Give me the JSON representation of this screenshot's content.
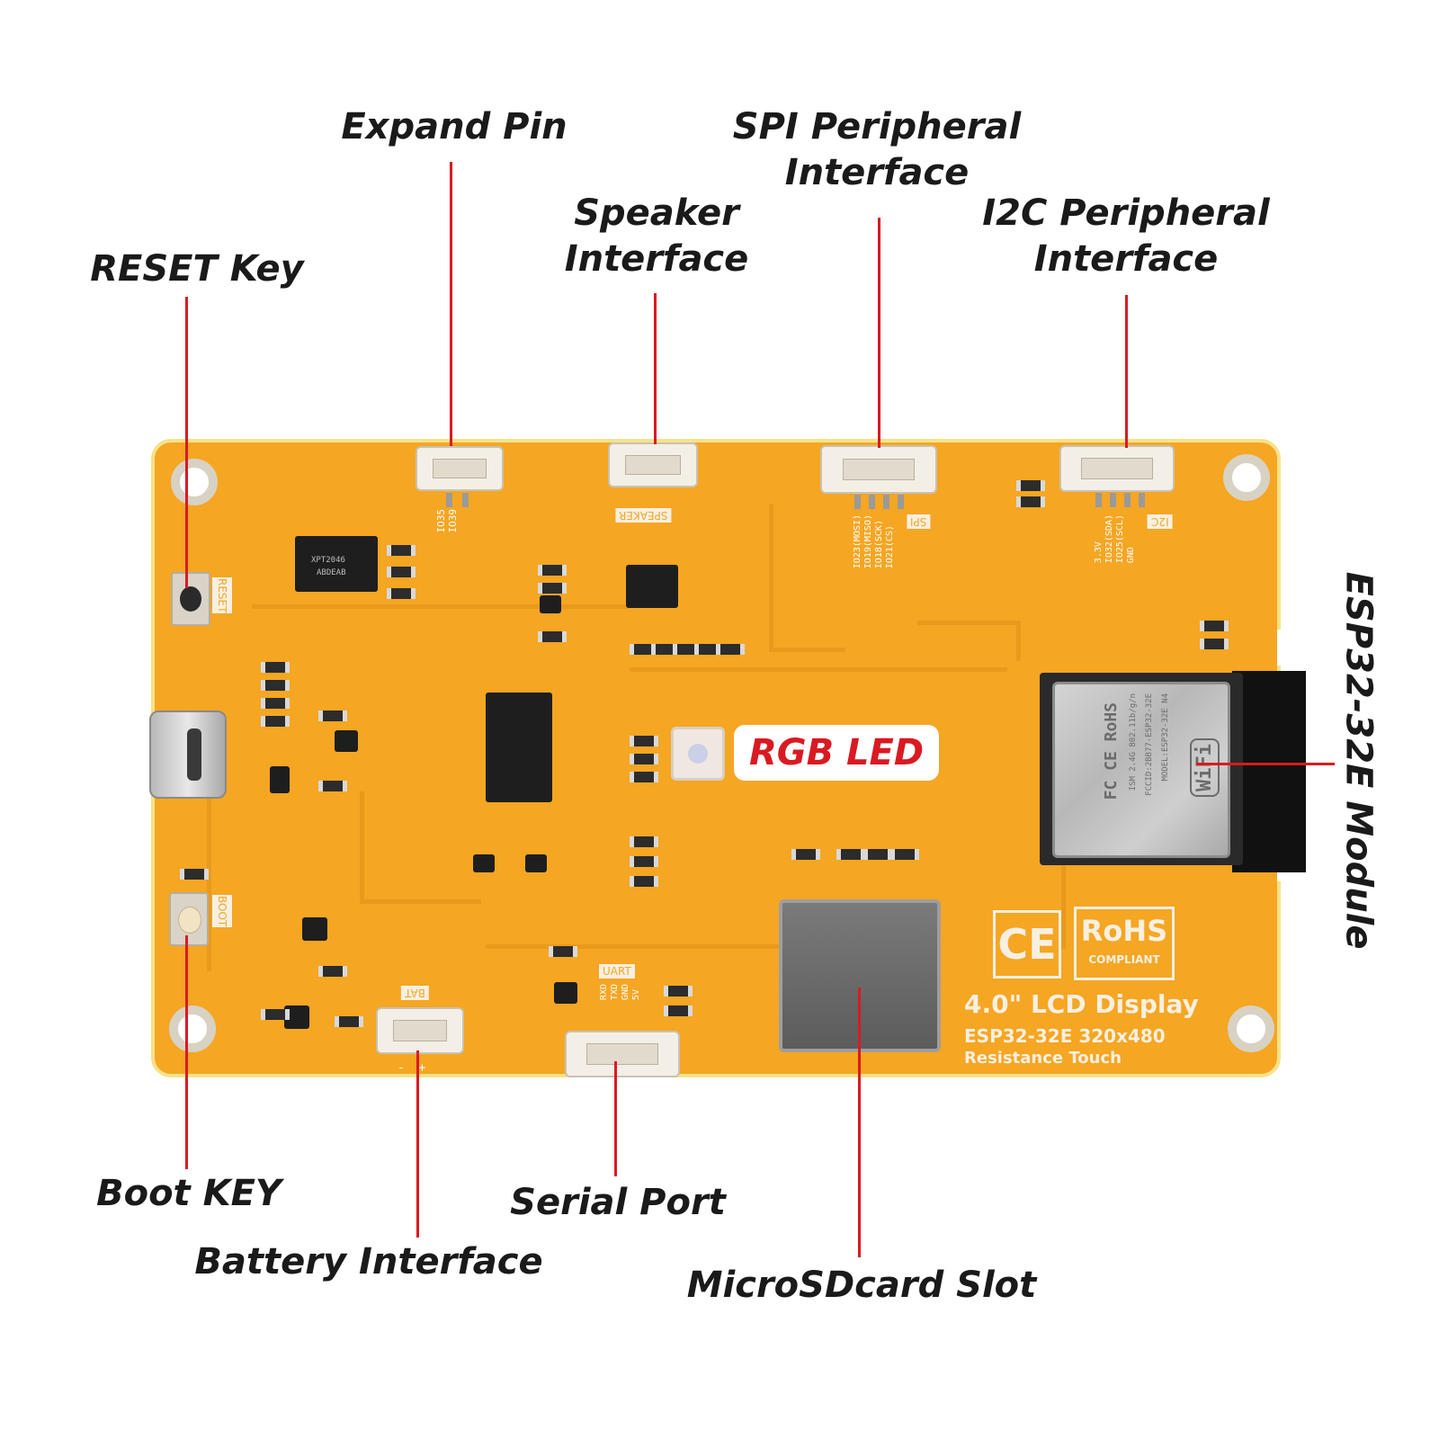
{
  "labels": {
    "expand_pin": "Expand Pin",
    "spi": "SPI Peripheral\nInterface",
    "speaker": "Speaker\nInterface",
    "i2c": "I2C Peripheral\nInterface",
    "reset": "RESET Key",
    "esp_module": "ESP32-32E Module",
    "rgb_led": "RGB LED",
    "boot": "Boot KEY",
    "battery": "Battery Interface",
    "serial": "Serial Port",
    "microsd": "MicroSDcard Slot"
  },
  "silkscreen": {
    "reset": "RESET",
    "boot": "BOOT",
    "speaker": "SPEAKER",
    "spi": "SPI",
    "i2c": "I2C",
    "uart": "UART",
    "bat": "BAT",
    "expand_pins": "IO35\nIO39",
    "spi_pins": "IO23(MOSI)\nIO19(MISO)\nIO18(SCK)\nIO21(CS)",
    "i2c_pins": "3.3V\nIO32(SDA)\nIO25(SCL)\nGND",
    "uart_pins": "RXD\nTXD\nGND\n5V",
    "touch_chip": "XPT2046",
    "touch_chip_code": "ABDEAB",
    "bat_polarity": "-  +",
    "product_title": "4.0\" LCD Display",
    "product_spec": "ESP32-32E  320x480",
    "product_touch": "Resistance Touch",
    "ce": "CE",
    "rohs": "RoHS",
    "rohs_compliant": "COMPLIANT",
    "esp_model": "MODEL:ESP32-32E N4",
    "esp_fcc": "FCCID:2BB77-ESP32-32E",
    "esp_band": "ISM 2.4G 802.11b/g/n",
    "esp_wifi": "WiFi",
    "esp_marks": "FC CE RoHS"
  },
  "colors": {
    "pcb": "#f5a623",
    "callout_line": "#d91a22",
    "rgb_label_text": "#d91a22"
  }
}
